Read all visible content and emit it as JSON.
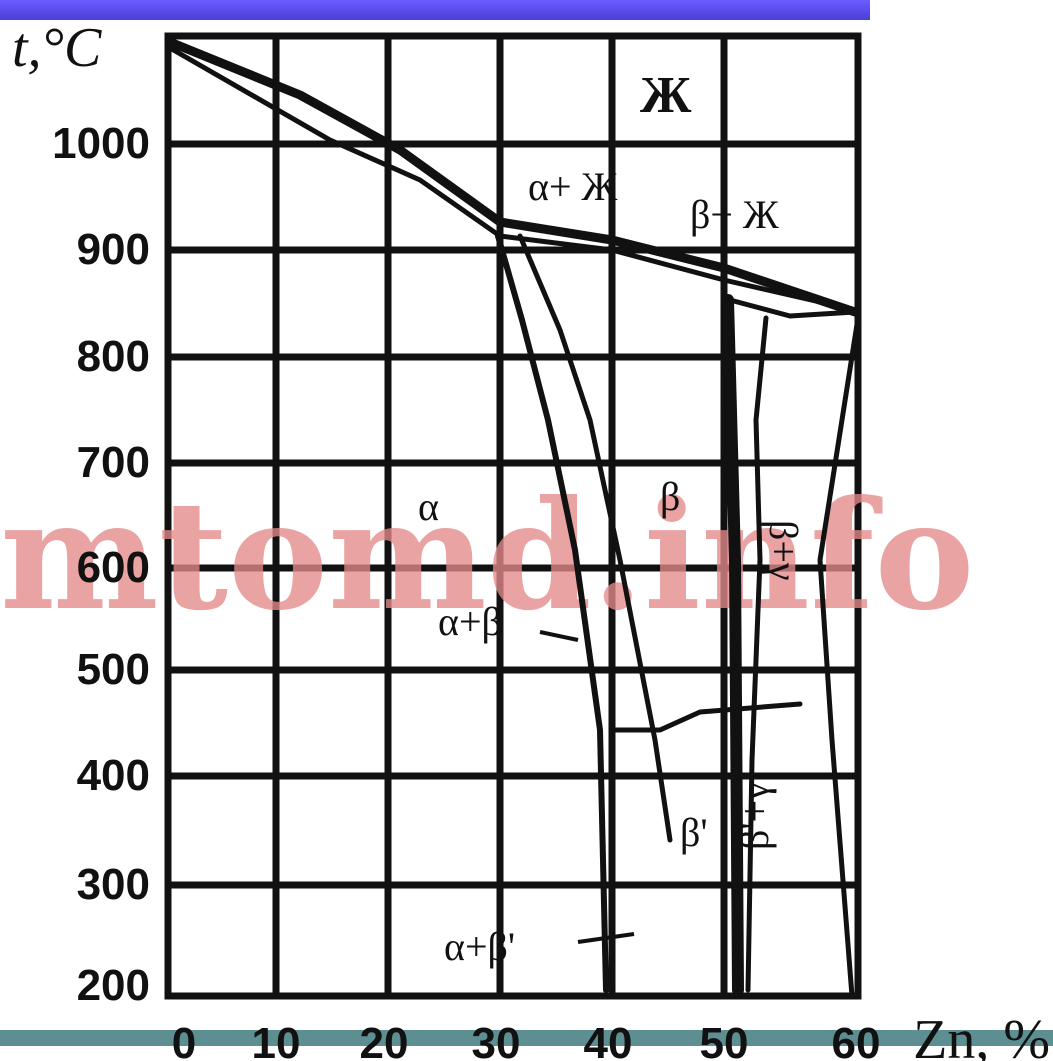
{
  "axes": {
    "y_title": "t,°C",
    "x_title": "Zn, %",
    "x_ticks": [
      "0",
      "10",
      "20",
      "30",
      "40",
      "50",
      "60"
    ],
    "y_ticks": [
      "1000",
      "900",
      "800",
      "700",
      "600",
      "500",
      "400",
      "300",
      "200"
    ]
  },
  "phases": {
    "liquid": "Ж",
    "alpha_liquid": "α+ Ж",
    "beta_liquid": "β+ Ж",
    "alpha": "α",
    "beta": "β",
    "beta_gamma_upper": "β+γ",
    "alpha_beta": "α+β",
    "beta_prime": "β'",
    "beta_prime_gamma": "β'+γ",
    "alpha_beta_prime": "α+β'"
  },
  "watermark": "mtomd.info",
  "colors": {
    "top_band": "#5a4ce8",
    "bottom_band": "#5d8f92",
    "watermark": "#e58a8a",
    "line": "#111111"
  }
}
